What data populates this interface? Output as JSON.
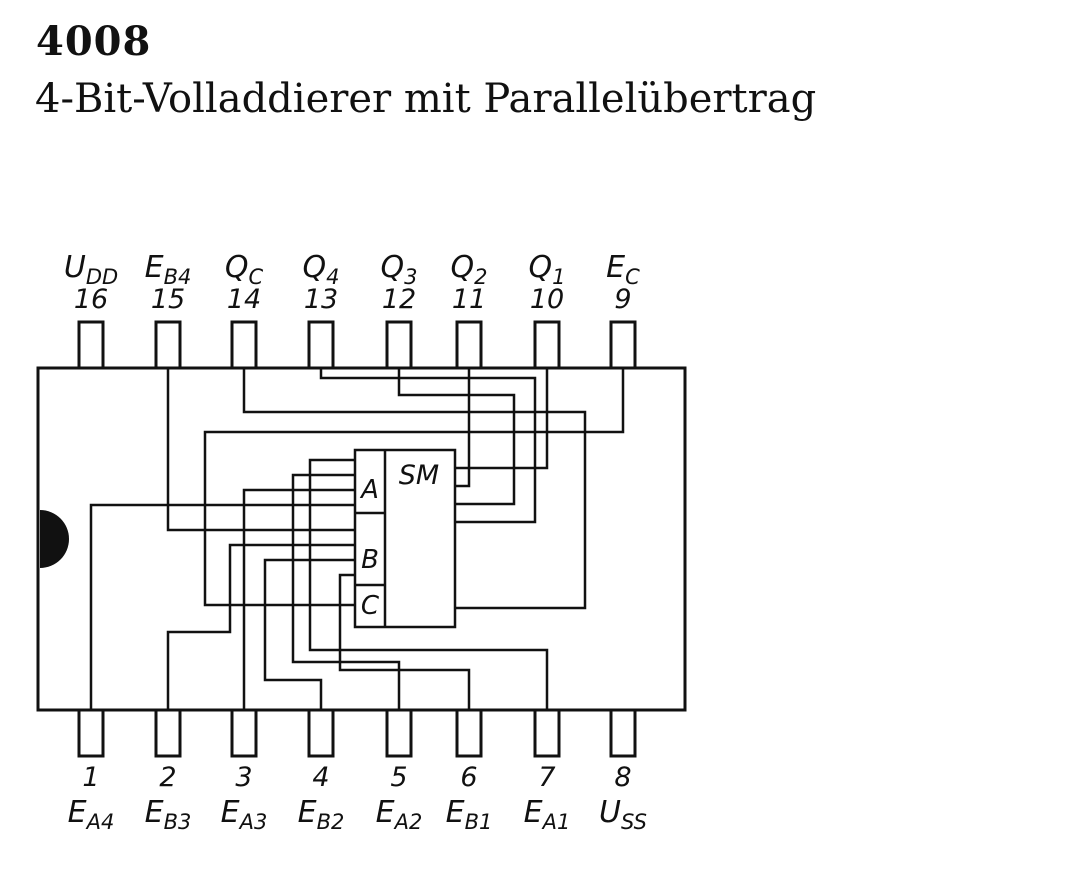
{
  "header": {
    "part_number": "4008",
    "title": "4-Bit-Volladdierer mit Parallelübertrag"
  },
  "chip": {
    "block_label": "SM",
    "block_ports": [
      "A",
      "B",
      "C"
    ],
    "top_pins": [
      {
        "number": "16",
        "main": "U",
        "sub": "DD"
      },
      {
        "number": "15",
        "main": "E",
        "sub": "B4"
      },
      {
        "number": "14",
        "main": "Q",
        "sub": "C"
      },
      {
        "number": "13",
        "main": "Q",
        "sub": "4"
      },
      {
        "number": "12",
        "main": "Q",
        "sub": "3"
      },
      {
        "number": "11",
        "main": "Q",
        "sub": "2"
      },
      {
        "number": "10",
        "main": "Q",
        "sub": "1"
      },
      {
        "number": "9",
        "main": "E",
        "sub": "C"
      }
    ],
    "bottom_pins": [
      {
        "number": "1",
        "main": "E",
        "sub": "A4"
      },
      {
        "number": "2",
        "main": "E",
        "sub": "B3"
      },
      {
        "number": "3",
        "main": "E",
        "sub": "A3"
      },
      {
        "number": "4",
        "main": "E",
        "sub": "B2"
      },
      {
        "number": "5",
        "main": "E",
        "sub": "A2"
      },
      {
        "number": "6",
        "main": "E",
        "sub": "B1"
      },
      {
        "number": "7",
        "main": "E",
        "sub": "A1"
      },
      {
        "number": "8",
        "main": "U",
        "sub": "SS"
      }
    ]
  }
}
